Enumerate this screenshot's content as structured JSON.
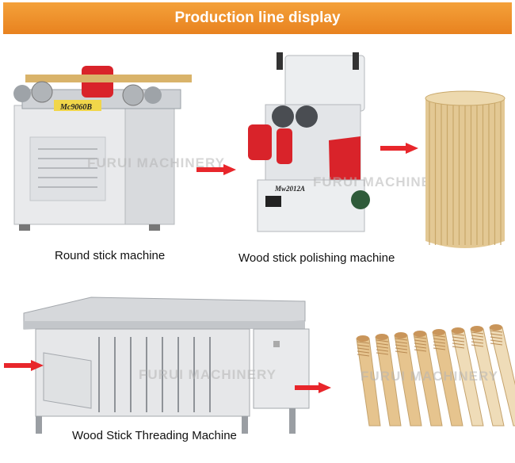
{
  "header": {
    "title": "Production line display"
  },
  "machines": {
    "round_stick": {
      "caption": "Round stick machine",
      "model": "Mc9060B"
    },
    "polishing": {
      "caption": "Wood stick polishing machine",
      "model": "Mw2012A"
    },
    "threading": {
      "caption": "Wood Stick Threading Machine"
    }
  },
  "watermark": "FURUI MACHINERY",
  "colors": {
    "banner": "#ee8f2a",
    "arrow": "#e8262b",
    "machine_red": "#d9232a",
    "wood": "#e6cfa0"
  }
}
